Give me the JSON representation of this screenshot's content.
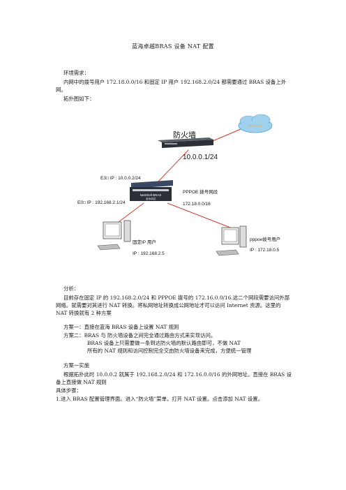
{
  "doc": {
    "title": "蓝海卓越BRAS  设备  NAT  配置",
    "env_heading": "环境需求：",
    "env_text": "内网中的拨号用户 172.18.0.0/16 和固定 IP 用户 192.168.2.0/24 都需要通过 BRAS 设备上外网。",
    "topo_heading": "拓扑图如下：",
    "analysis_heading": "分析：",
    "analysis_text": "目前存在固定 IP 的 192.168.2.0/24 和 PPPOE 拨号的 172.16.0.0/16.这二个网段需要访问外部网络。就需要对其进行 NAT 转换。将私网地址转换成公网地址才可以访问 Internet 资源。这里的 NAT 转换就有 2 种方案",
    "plan1": "方案一：直接在蓝海 BRAS 设备上设置 NAT 规则",
    "plan2": "方案二：BRAS 与 防火墙设备之间完全通过路由方式来实现访问。",
    "plan2_note1": "BRAS 设备上只需要做一条到达防火墙的默认路由即可，不做 NAT",
    "plan2_note2": "所有的 NAT 规则和访问控制完全交由防火墙设备来完成，方便统一管理",
    "impl_heading": "方案一实施",
    "impl_text": "根据拓扑此时 10.0.0.2 就属于 192.168.2.0/24 和 172.16.0.0/16 的外网地址。直接在 BRAS 设备上直接做 NAT 规则",
    "steps_heading": "具体步骤：",
    "step1": "1.进入 BRAS 配置管理界面。进入“防火墙”菜单，打开 NAT 设置。点击添加 NAT 设置。"
  },
  "diagram": {
    "cloud_label": "Internet",
    "firewall_label": "防火墙",
    "firewall_ip": "10.0.0.1/24",
    "e3_label": "E3□ IP : 10.0.0.2/24",
    "e0_label": "E0□ IP : 192.168.2.1/24",
    "bras_brand": "NetShell BRAS",
    "bras_sub": "蓝海卓越",
    "pppoe_seg_label": "PPPOE 拨号网段",
    "pppoe_seg_ip": "172.18.0.0/16",
    "fixed_user_label": "固定IP 用户",
    "fixed_user_ip": "IP  : 192.168.2.5",
    "pppoe_user_label": "pppoe拨号用户",
    "pppoe_user_ip": "IP  : 172.18.0.5",
    "colors": {
      "cloud_fill": "#9fd0ec",
      "cloud_edge": "#5aa4d6",
      "cloud_text": "#e8b04a",
      "device_dark": "#2b2f36",
      "link_red": "#d23a2a"
    }
  }
}
